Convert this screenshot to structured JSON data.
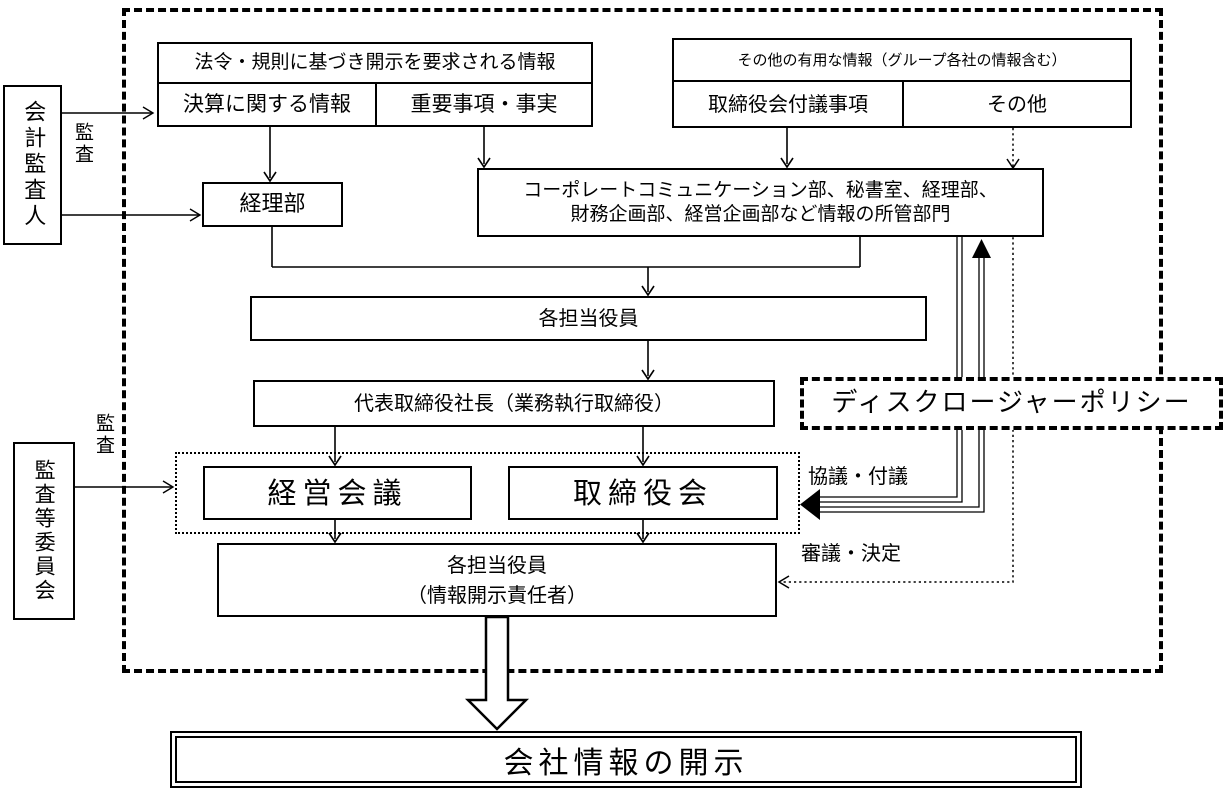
{
  "diagram": {
    "law_info": {
      "header": "法令・規則に基づき開示を要求される情報",
      "cell_left": "決算に関する情報",
      "cell_right": "重要事項・事実"
    },
    "other_info": {
      "header": "その他の有用な情報（グループ各社の情報含む）",
      "cell_left": "取締役会付議事項",
      "cell_right": "その他"
    },
    "accounting_auditor": "会計監査人",
    "audit_label_top": "監査",
    "audit_committee": "監査等委員会",
    "audit_label_bottom": "監査",
    "accounting_dept": "経理部",
    "info_depts": {
      "line1": "コーポレートコミュニケーション部、秘書室、経理部、",
      "line2": "財務企画部、経営企画部など情報の所管部門"
    },
    "officers": "各担当役員",
    "president": "代表取締役社長（業務執行取締役）",
    "management_meeting": "経営会議",
    "board": "取締役会",
    "officers_disclosure": {
      "line1": "各担当役員",
      "line2": "（情報開示責任者）"
    },
    "policy": "ディスクロージャーポリシー",
    "consult_label": "協議・付議",
    "deliberate_label": "審議・決定",
    "disclosure_title": "会社情報の開示",
    "colors": {
      "line": "#000000",
      "background": "#ffffff"
    }
  }
}
